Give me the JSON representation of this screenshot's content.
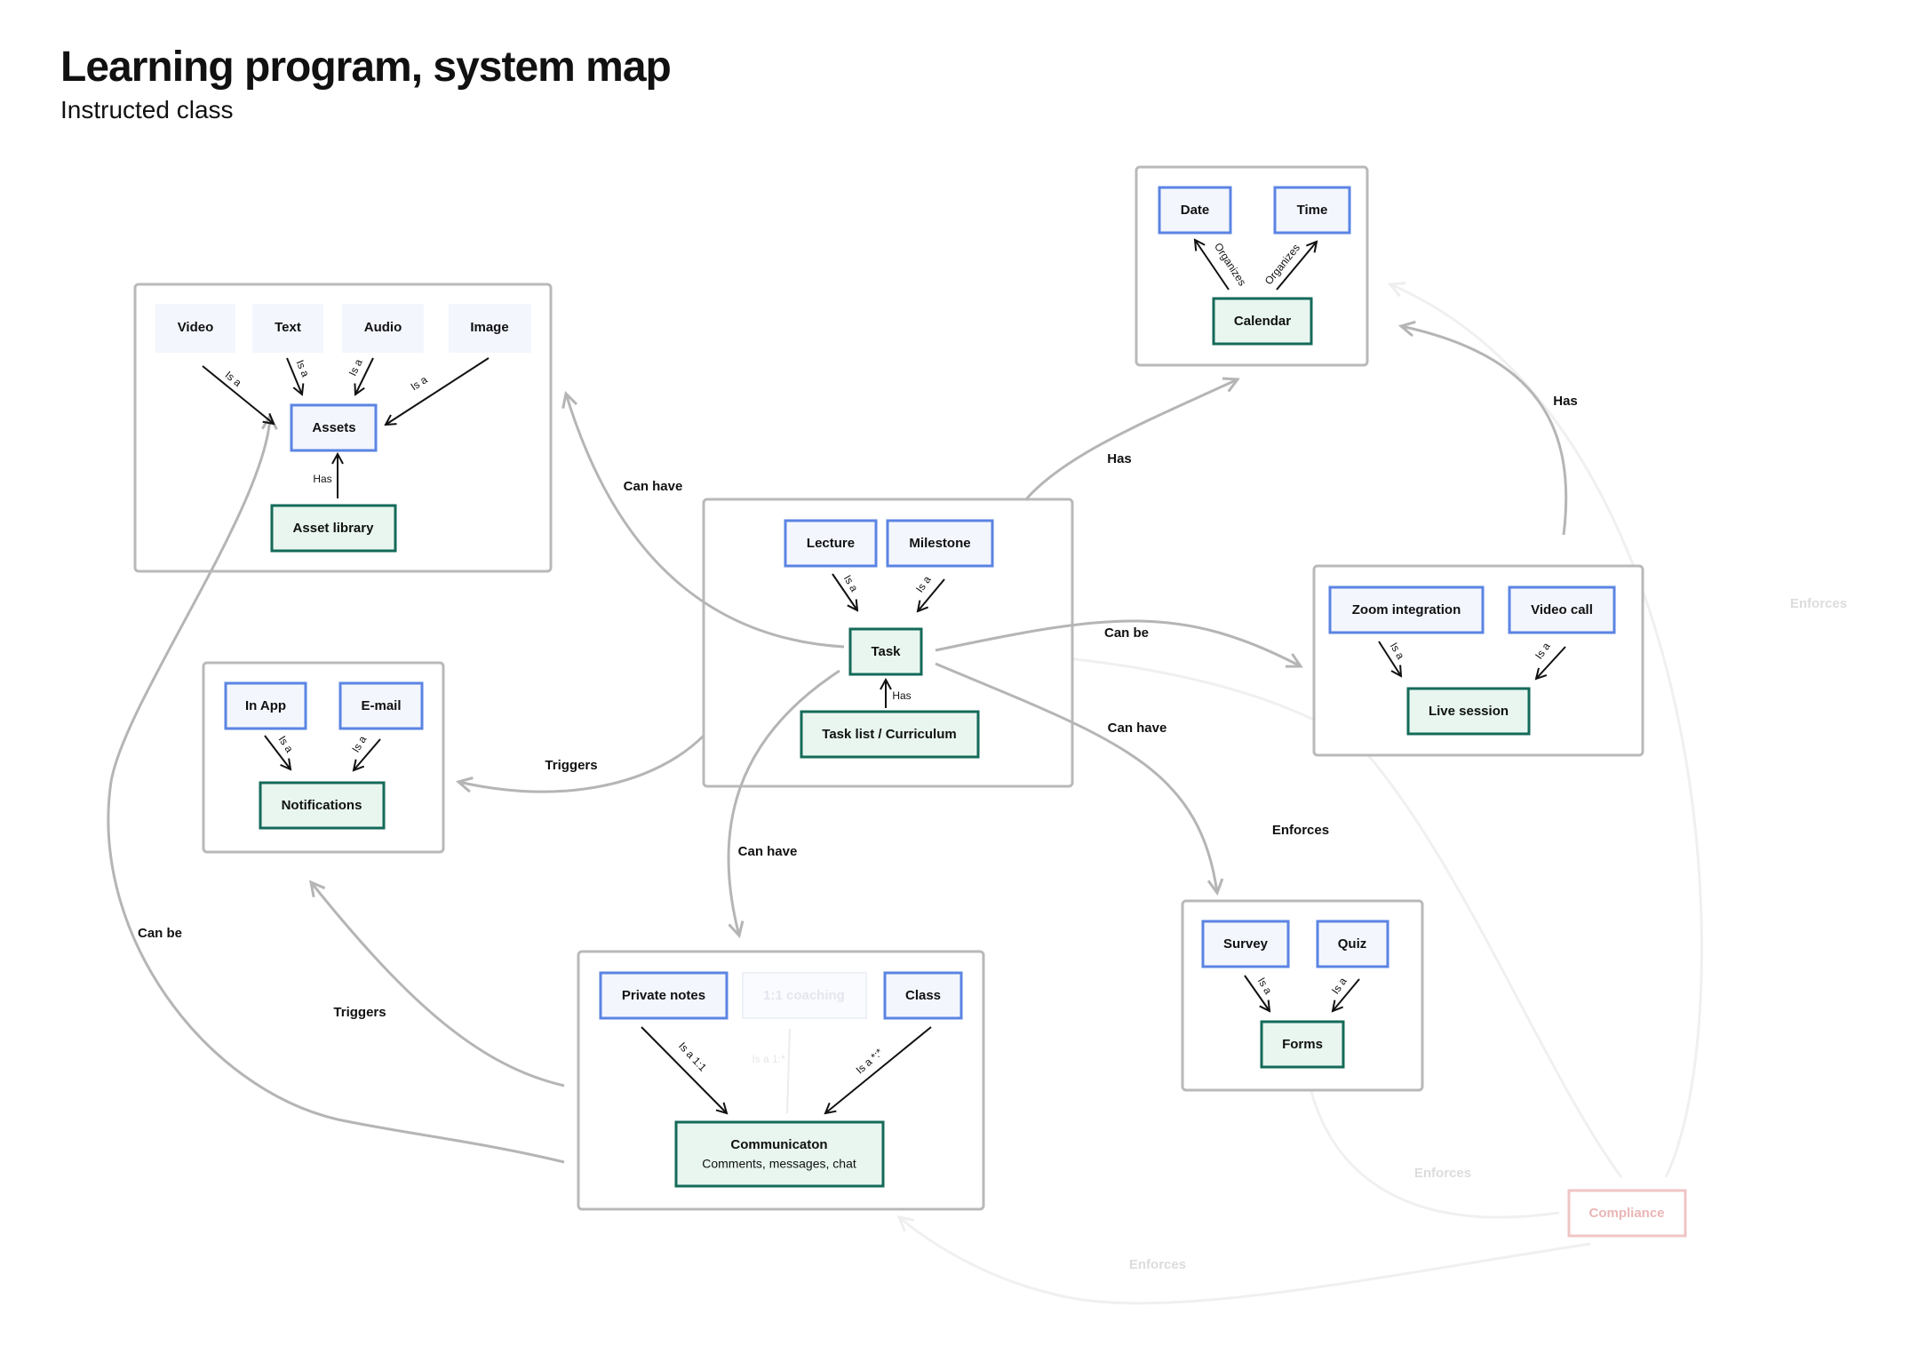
{
  "title": "Learning program, system map",
  "subtitle": "Instructed class",
  "nodes": {
    "video": "Video",
    "text": "Text",
    "audio": "Audio",
    "image": "Image",
    "assets": "Assets",
    "asset_library": "Asset library",
    "date": "Date",
    "time": "Time",
    "calendar": "Calendar",
    "lecture": "Lecture",
    "milestone": "Milestone",
    "task": "Task",
    "task_list": "Task list / Curriculum",
    "zoom": "Zoom integration",
    "video_call": "Video call",
    "live_session": "Live session",
    "in_app": "In App",
    "email": "E-mail",
    "notifications": "Notifications",
    "private_notes": "Private notes",
    "coaching": "1:1 coaching",
    "class": "Class",
    "communication": "Communicaton",
    "communication_sub": "Comments, messages, chat",
    "survey": "Survey",
    "quiz": "Quiz",
    "forms": "Forms",
    "compliance": "Compliance"
  },
  "relations": {
    "is_a": "Is a",
    "has": "Has",
    "organizes": "Organizes",
    "is_a_1_1": "Is a 1:1",
    "is_a_1_many": "Is a 1:*",
    "is_a_many_many": "Is a *:*",
    "can_have": "Can have",
    "can_be": "Can be",
    "triggers": "Triggers",
    "enforces": "Enforces"
  },
  "colors": {
    "entity_border": "#5b84e3",
    "entity_fill": "#f3f6fd",
    "container_border": "#146a59",
    "container_fill": "#e8f6ef",
    "group_border": "#b9b9b9",
    "connector": "#b5b5b5",
    "compliance": "#f0c5c5"
  }
}
